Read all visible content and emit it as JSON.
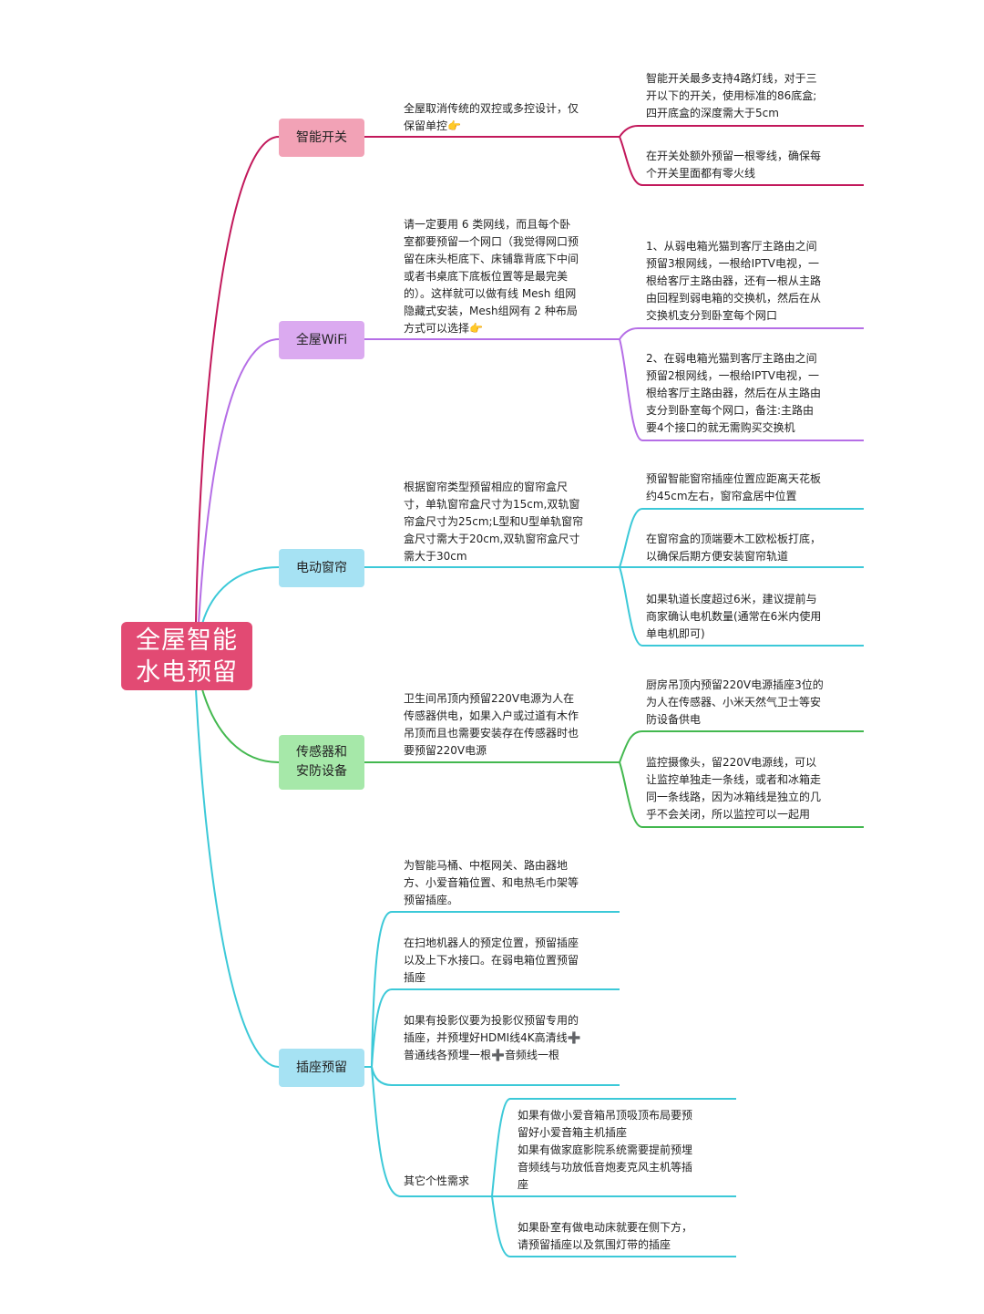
{
  "root": {
    "title": "全屋智能\n水电预留",
    "color": "#e24a73"
  },
  "colors": {
    "smart_switch": "#c2185b",
    "wifi": "#b56ee6",
    "curtain": "#3cc9d8",
    "sensor": "#43b84f",
    "socket": "#3cc9d8"
  },
  "branches": {
    "smart_switch": {
      "label": "智能开关",
      "bg": "#f2a2b6",
      "main": "全屋取消传统的双控或多控设计，仅\n保留单控👉",
      "subs": [
        "智能开关最多支持4路灯线，对于三\n开以下的开关，使用标准的86底盒;\n四开底盒的深度需大于5cm",
        "在开关处额外预留一根零线，确保每\n个开关里面都有零火线"
      ]
    },
    "wifi": {
      "label": "全屋WiFi",
      "bg": "#dbaaf0",
      "main": "请一定要用 6 类网线，而且每个卧\n室都要预留一个网口（我觉得网口预\n留在床头柜底下、床铺靠背底下中间\n或者书桌底下底板位置等是最完美\n的）。这样就可以做有线 Mesh 组网\n隐藏式安装，Mesh组网有 2 种布局\n方式可以选择👉",
      "subs": [
        "1、从弱电箱光猫到客厅主路由之间\n预留3根网线，一根给IPTV电视，一\n根给客厅主路由器，还有一根从主路\n由回程到弱电箱的交换机，然后在从\n交换机支分到卧室每个网口",
        "2、在弱电箱光猫到客厅主路由之间\n预留2根网线，一根给IPTV电视，一\n根给客厅主路由器，然后在从主路由\n支分到卧室每个网口，备注:主路由\n要4个接口的就无需购买交换机"
      ]
    },
    "curtain": {
      "label": "电动窗帘",
      "bg": "#a6e2f3",
      "main": "根据窗帘类型预留相应的窗帘盒尺\n寸，单轨窗帘盒尺寸为15cm,双轨窗\n帘盒尺寸为25cm;L型和U型单轨窗帘\n盒尺寸需大于20cm,双轨窗帘盒尺寸\n需大于30cm",
      "subs": [
        "预留智能窗帘插座位置应距离天花板\n约45cm左右，窗帘盒居中位置",
        "在窗帘盒的顶端要木工欧松板打底，\n以确保后期方便安装窗帘轨道",
        "如果轨道长度超过6米，建议提前与\n商家确认电机数量(通常在6米内使用\n单电机即可)"
      ]
    },
    "sensor": {
      "label": "传感器和\n安防设备",
      "bg": "#a6e8a9",
      "main": "  卫生间吊顶内预留220V电源为人在\n传感器供电，如果入户或过道有木作\n吊顶而且也需要安装存在传感器时也\n要预留220V电源",
      "subs": [
        "厨房吊顶内预留220V电源插座3位的\n为人在传感器、小米天然气卫士等安\n防设备供电",
        "监控摄像头，留220V电源线，可以\n让监控单独走一条线，或者和冰箱走\n同一条线路，因为冰箱线是独立的几\n乎不会关闭，所以监控可以一起用"
      ]
    },
    "socket": {
      "label": "插座预留",
      "bg": "#a6e2f3",
      "items": [
        "为智能马桶、中枢网关、路由器地\n方、小爱音箱位置、和电热毛巾架等\n预留插座。",
        "在扫地机器人的预定位置，预留插座\n以及上下水接口。在弱电箱位置预留\n插座",
        "如果有投影仪要为投影仪预留专用的\n插座，并预埋好HDMI线4K高清线➕\n普通线各预埋一根➕音频线一根"
      ],
      "other_label": "其它个性需求",
      "other_subs": [
        "如果有做小爱音箱吊顶吸顶布局要预\n留好小爱音箱主机插座\n如果有做家庭影院系统需要提前预埋\n音频线与功放低音炮麦克风主机等插\n座",
        "如果卧室有做电动床就要在侧下方，\n请预留插座以及氛围灯带的插座"
      ]
    }
  }
}
